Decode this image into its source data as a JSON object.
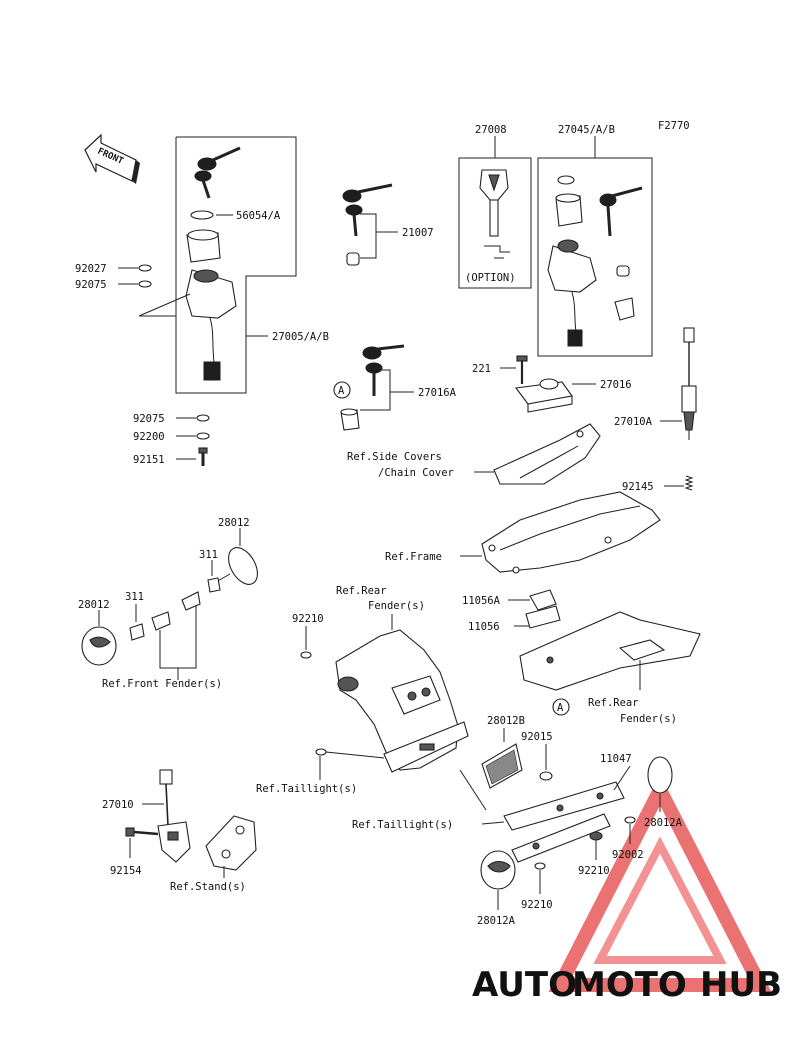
{
  "figure_code": "F2770",
  "front_label": "FRONT",
  "option_label": "(OPTION)",
  "callout_a": "A",
  "labels": {
    "p56054A": "56054/A",
    "p92027": "92027",
    "p92075a": "92075",
    "p27005AB": "27005/A/B",
    "p92075b": "92075",
    "p92200": "92200",
    "p92151": "92151",
    "p21007": "21007",
    "p27008": "27008",
    "p27045AB": "27045/A/B",
    "p27016A": "27016A",
    "p221": "221",
    "p27016": "27016",
    "p27010A": "27010A",
    "p92145": "92145",
    "refSideCovers1": "Ref.Side Covers",
    "refSideCovers2": "/Chain Cover",
    "refFrame": "Ref.Frame",
    "p28012top": "28012",
    "p311a": "311",
    "p311b": "311",
    "p28012left": "28012",
    "refFrontFender": "Ref.Front Fender(s)",
    "refRearFender1a": "Ref.Rear",
    "refRearFender1b": "Fender(s)",
    "p92210top": "92210",
    "p11056A": "11056A",
    "p11056": "11056",
    "refRearFender2a": "Ref.Rear",
    "refRearFender2b": "Fender(s)",
    "p28012B": "28012B",
    "p92015": "92015",
    "p11047": "11047",
    "refTaillight1": "Ref.Taillight(s)",
    "refTaillight2": "Ref.Taillight(s)",
    "p28012Aright": "28012A",
    "p92002": "92002",
    "p92210mid": "92210",
    "p92210low": "92210",
    "p28012Alow": "28012A",
    "p27010": "27010",
    "p92154": "92154",
    "refStand": "Ref.Stand(s)"
  },
  "watermark": {
    "part1": "AUTO",
    "part2": "MOTO",
    "part3": "HUB",
    "color1": "#f4a74a",
    "color2": "#e85a5a",
    "color3": "#7a7a7a"
  }
}
